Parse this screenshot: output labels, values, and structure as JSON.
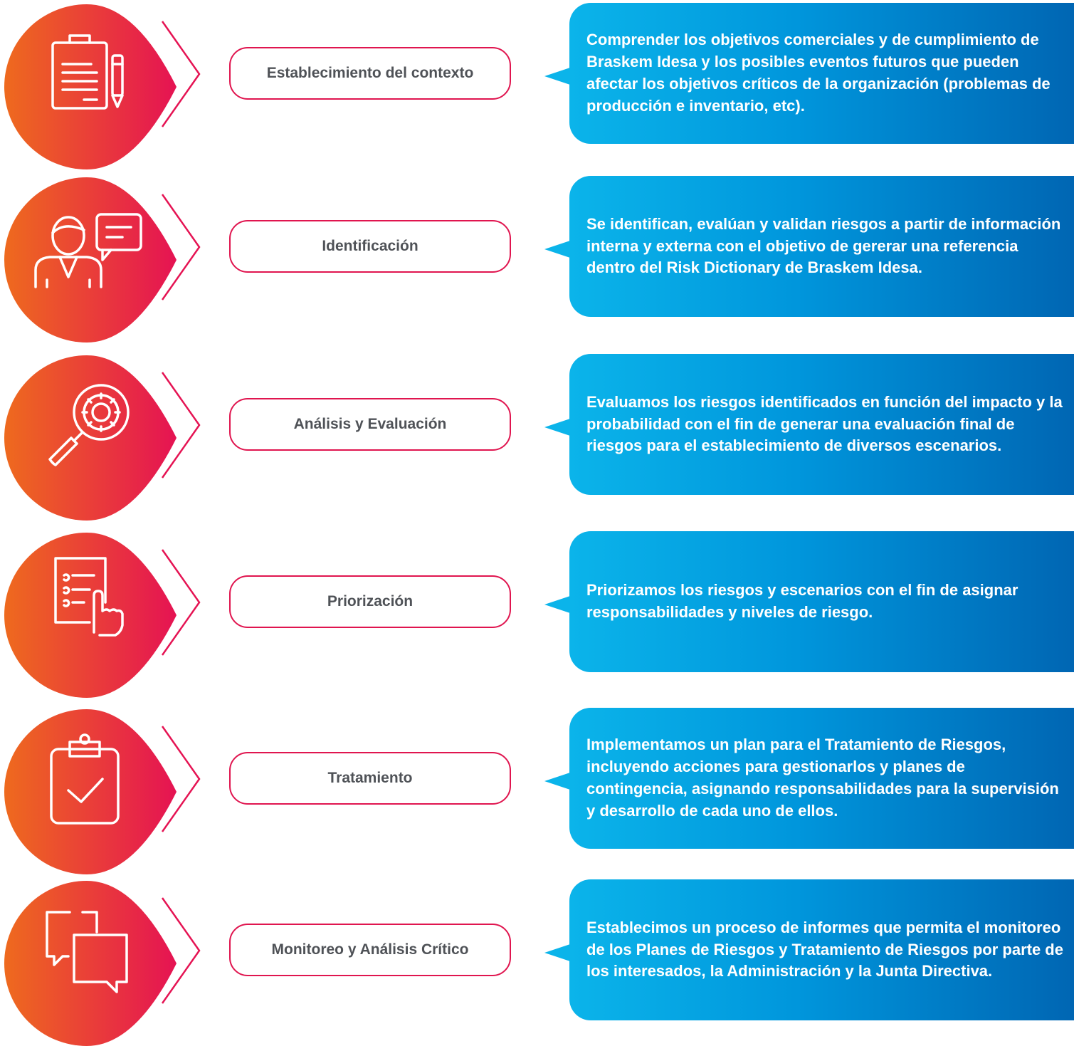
{
  "colors": {
    "badge_start": "#ee6a1e",
    "badge_end": "#e51353",
    "pill_border": "#e0154f",
    "bubble_start": "#0bb4ea",
    "bubble_end": "#0066b3"
  },
  "steps": [
    {
      "icon": "clipboard-pencil-icon",
      "label": "Establecimiento del contexto",
      "description": "Comprender los objetivos comerciales y de cumplimiento de Braskem Idesa y los posibles eventos futuros que pueden afectar los objetivos críticos de la organización (problemas de producción e inventario, etc)."
    },
    {
      "icon": "person-chat-icon",
      "label": "Identificación",
      "description": "Se identifican, evalúan y validan riesgos a partir de información interna y externa con el objetivo de gererar una referencia dentro del Risk Dictionary de Braskem Idesa."
    },
    {
      "icon": "magnifier-gear-icon",
      "label": "Análisis y Evaluación",
      "description": "Evaluamos los riesgos identificados en función del impacto y la probabilidad con el fin de generar una evaluación final de riesgos para el establecimiento de diversos escenarios."
    },
    {
      "icon": "checklist-hand-icon",
      "label": "Priorización",
      "description": "Priorizamos los riesgos y escenarios con el fin de asignar responsabilidades y niveles de riesgo."
    },
    {
      "icon": "clipboard-check-icon",
      "label": "Tratamiento",
      "description": "Implementamos un plan para el Tratamiento de Riesgos, incluyendo acciones para gestionarlos y planes de contingencia, asignando responsabilidades para la supervisión y desarrollo de cada uno de ellos."
    },
    {
      "icon": "chat-bubbles-icon",
      "label": "Monitoreo y Análisis Crítico",
      "description": "Establecimos un proceso de informes que permita el monitoreo de los Planes de Riesgos y Tratamiento de Riesgos por parte de los interesados, la Administración y la Junta Directiva."
    }
  ]
}
